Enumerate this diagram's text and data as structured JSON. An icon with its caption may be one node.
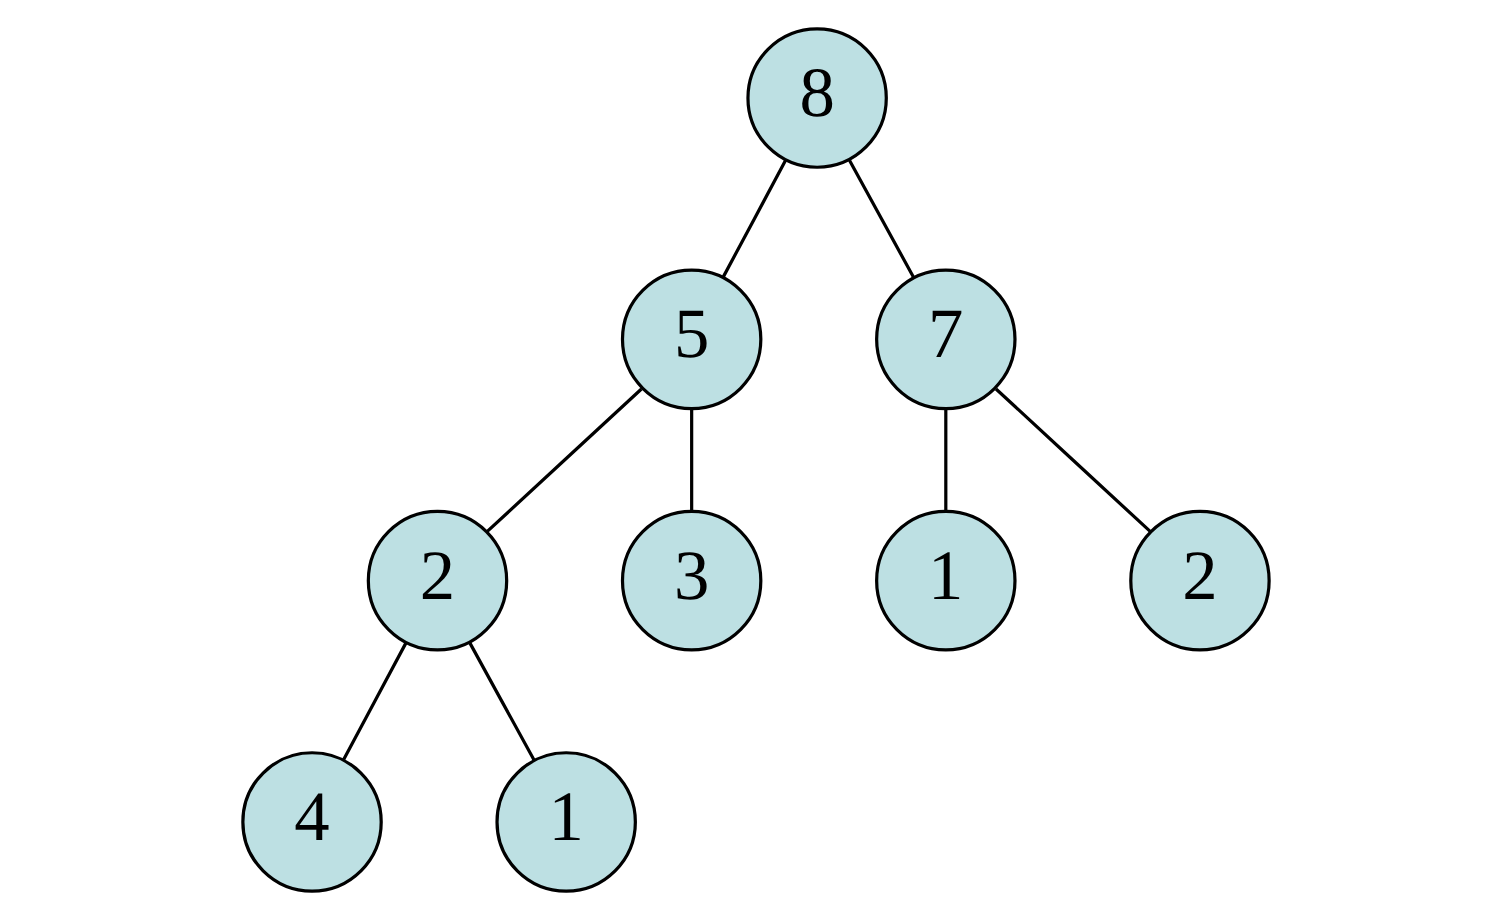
{
  "diagram": {
    "nodes": [
      {
        "text": [
          "8"
        ]
      },
      {
        "text": [
          "5"
        ]
      },
      {
        "text": [
          "7"
        ]
      },
      {
        "text": [
          "2"
        ]
      },
      {
        "text": [
          "3"
        ]
      },
      {
        "text": [
          "1"
        ]
      },
      {
        "text": [
          "2"
        ]
      },
      {
        "text": [
          "4"
        ]
      },
      {
        "text": [
          "1"
        ]
      }
    ],
    "edges": [
      {
        "from": 0,
        "to": 1,
        "arrow": "none"
      },
      {
        "from": 0,
        "to": 2,
        "arrow": "none"
      },
      {
        "from": 1,
        "to": 3,
        "arrow": "none"
      },
      {
        "from": 1,
        "to": 4,
        "arrow": "none"
      },
      {
        "from": 2,
        "to": 5,
        "arrow": "none"
      },
      {
        "from": 2,
        "to": 6,
        "arrow": "none"
      },
      {
        "from": 3,
        "to": 7,
        "arrow": "none"
      },
      {
        "from": 3,
        "to": 8,
        "arrow": "none"
      }
    ]
  }
}
